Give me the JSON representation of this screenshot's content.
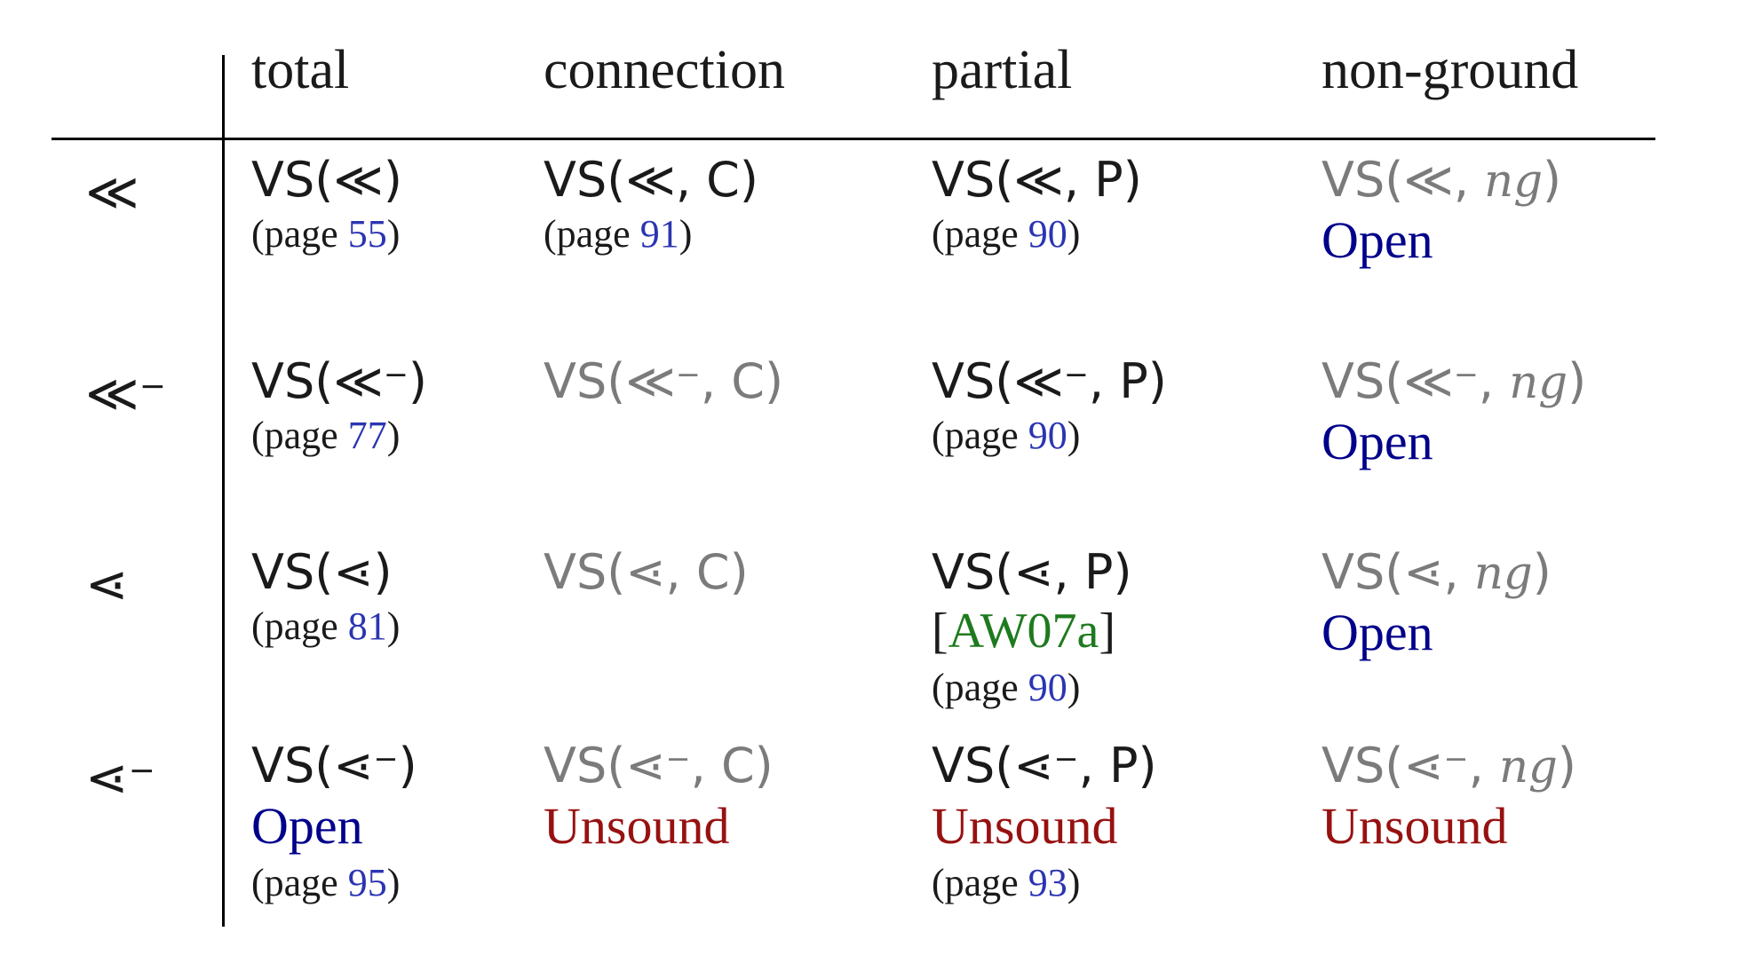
{
  "colors": {
    "background": "#ffffff",
    "text": "#1a1a1a",
    "muted_formula_gray": "#7b7b7b",
    "page_link_blue": "#2b35b2",
    "open_blue": "#00008b",
    "unsound_red": "#971111",
    "citation_green": "#1e7a1e"
  },
  "strings": {
    "page_prefix": "(page ",
    "page_suffix": ")",
    "bracket_open": "[",
    "bracket_close": "]"
  },
  "table": {
    "column_headers": [
      "total",
      "connection",
      "partial",
      "non-ground"
    ],
    "rows": [
      {
        "label": {
          "sym": "≪",
          "sup": ""
        },
        "cells": {
          "total": {
            "f": {
              "pre": "VS(",
              "sym": "≪",
              "sup": "",
              "sep": "",
              "arg": "",
              "close": ")"
            },
            "page": "55"
          },
          "connection": {
            "f": {
              "pre": "VS(",
              "sym": "≪",
              "sup": "",
              "sep": ", ",
              "arg": "C",
              "close": ")"
            },
            "page": "91"
          },
          "partial": {
            "f": {
              "pre": "VS(",
              "sym": "≪",
              "sup": "",
              "sep": ", ",
              "arg": "P",
              "close": ")"
            },
            "page": "90"
          },
          "nonground": {
            "f": {
              "pre": "VS(",
              "sym": "≪",
              "sup": "",
              "sep": ", ",
              "arg": "ng",
              "close": ")"
            },
            "status": "Open"
          }
        }
      },
      {
        "label": {
          "sym": "≪",
          "sup": "−"
        },
        "cells": {
          "total": {
            "f": {
              "pre": "VS(",
              "sym": "≪",
              "sup": "−",
              "sep": "",
              "arg": "",
              "close": ")"
            },
            "page": "77"
          },
          "connection": {
            "f": {
              "pre": "VS(",
              "sym": "≪",
              "sup": "−",
              "sep": ", ",
              "arg": "C",
              "close": ")"
            }
          },
          "partial": {
            "f": {
              "pre": "VS(",
              "sym": "≪",
              "sup": "−",
              "sep": ", ",
              "arg": "P",
              "close": ")"
            },
            "page": "90"
          },
          "nonground": {
            "f": {
              "pre": "VS(",
              "sym": "≪",
              "sup": "−",
              "sep": ", ",
              "arg": "ng",
              "close": ")"
            },
            "status": "Open"
          }
        }
      },
      {
        "label": {
          "sym": "⋖",
          "sup": ""
        },
        "cells": {
          "total": {
            "f": {
              "pre": "VS(",
              "sym": "⋖",
              "sup": "",
              "sep": "",
              "arg": "",
              "close": ")"
            },
            "page": "81"
          },
          "connection": {
            "f": {
              "pre": "VS(",
              "sym": "⋖",
              "sup": "",
              "sep": ", ",
              "arg": "C",
              "close": ")"
            }
          },
          "partial": {
            "f": {
              "pre": "VS(",
              "sym": "⋖",
              "sup": "",
              "sep": ", ",
              "arg": "P",
              "close": ")"
            },
            "cite": "AW07a",
            "page": "90"
          },
          "nonground": {
            "f": {
              "pre": "VS(",
              "sym": "⋖",
              "sup": "",
              "sep": ", ",
              "arg": "ng",
              "close": ")"
            },
            "status": "Open"
          }
        }
      },
      {
        "label": {
          "sym": "⋖",
          "sup": "−"
        },
        "cells": {
          "total": {
            "f": {
              "pre": "VS(",
              "sym": "⋖",
              "sup": "−",
              "sep": "",
              "arg": "",
              "close": ")"
            },
            "status": "Open",
            "page": "95"
          },
          "connection": {
            "f": {
              "pre": "VS(",
              "sym": "⋖",
              "sup": "−",
              "sep": ", ",
              "arg": "C",
              "close": ")"
            },
            "status": "Unsound"
          },
          "partial": {
            "f": {
              "pre": "VS(",
              "sym": "⋖",
              "sup": "−",
              "sep": ", ",
              "arg": "P",
              "close": ")"
            },
            "status": "Unsound",
            "page": "93"
          },
          "nonground": {
            "f": {
              "pre": "VS(",
              "sym": "⋖",
              "sup": "−",
              "sep": ", ",
              "arg": "ng",
              "close": ")"
            },
            "status": "Unsound"
          }
        }
      }
    ]
  }
}
